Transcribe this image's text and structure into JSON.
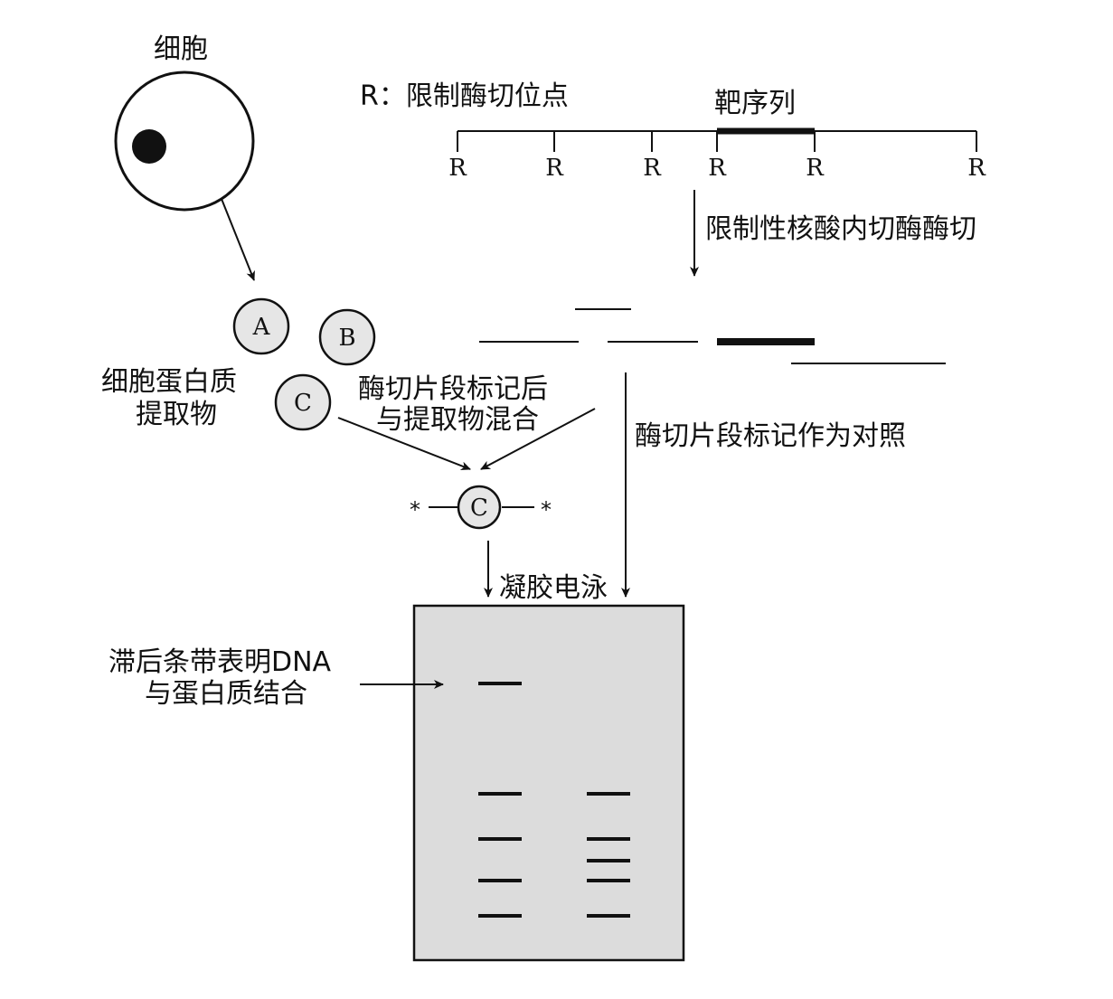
{
  "labels": {
    "cell": "细胞",
    "restriction_legend": "R：限制酶切位点",
    "target_sequence": "靶序列",
    "digestion": "限制性核酸内切酶酶切",
    "extract_line1": "细胞蛋白质",
    "extract_line2": "提取物",
    "mix_line1": "酶切片段标记后",
    "mix_line2": "与提取物混合",
    "control": "酶切片段标记作为对照",
    "electrophoresis": "凝胶电泳",
    "shift_line1": "滞后条带表明DNA",
    "shift_line2": "与蛋白质结合"
  },
  "site_marker": "R",
  "site_count": 6,
  "proteins": [
    "A",
    "B",
    "C"
  ],
  "complex": {
    "protein": "C",
    "label_mark": "*"
  },
  "gel": {
    "lanes": [
      "extract_mixed",
      "control"
    ],
    "lane1_band_count": 5,
    "lane2_band_count": 5,
    "shifted_band_lane": 1
  },
  "colors": {
    "gel_fill": "#dcdcdc",
    "protein_fill": "#e6e6e6",
    "ink": "#111111"
  }
}
